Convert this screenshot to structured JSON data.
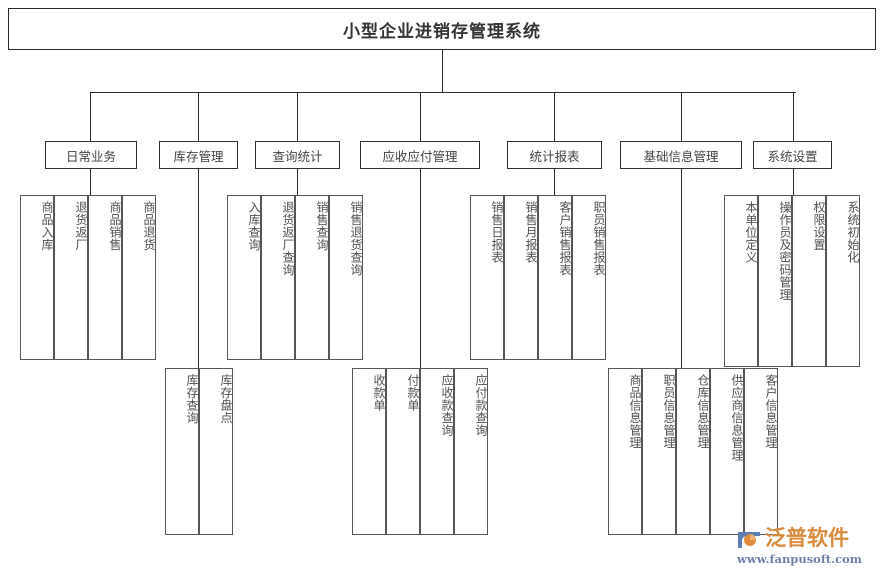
{
  "diagram": {
    "type": "tree",
    "title": "小型企业进销存管理系统",
    "modules": [
      {
        "id": "daily",
        "label": "日常业务",
        "children": [
          "商品入库",
          "退货返厂",
          "商品销售",
          "商品退货"
        ]
      },
      {
        "id": "stock",
        "label": "库存管理",
        "children": [
          "库存查询",
          "库存盘点"
        ]
      },
      {
        "id": "query",
        "label": "查询统计",
        "children": [
          "入库查询",
          "退货返厂查询",
          "销售查询",
          "销售退货查询"
        ]
      },
      {
        "id": "ar-ap",
        "label": "应收应付管理",
        "children": [
          "收款单",
          "付款单",
          "应收款查询",
          "应付款查询"
        ]
      },
      {
        "id": "report",
        "label": "统计报表",
        "children": [
          "销售日报表",
          "销售月报表",
          "客户销售报表",
          "职员销售报表"
        ]
      },
      {
        "id": "basic",
        "label": "基础信息管理",
        "children": [
          "商品信息管理",
          "职员信息管理",
          "仓库信息管理",
          "供应商信息管理",
          "客户信息管理"
        ]
      },
      {
        "id": "system",
        "label": "系统设置",
        "children": [
          "本单位定义",
          "操作员及密码管理",
          "权限设置",
          "系统初始化"
        ]
      }
    ]
  },
  "watermark": {
    "brand": "泛普软件",
    "url": "www.fanpusoft.com",
    "brand_color": "#d98a3d",
    "url_color": "#6f7fa8"
  },
  "colors": {
    "border": "#2a2a2a",
    "text": "#4a4a4a",
    "background": "#ffffff"
  }
}
